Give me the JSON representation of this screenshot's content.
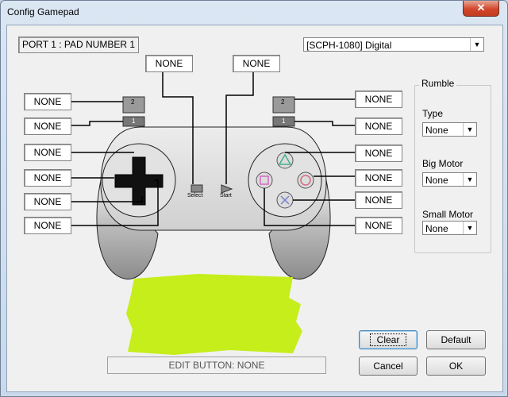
{
  "window": {
    "title": "Config Gamepad",
    "close_glyph": "✕"
  },
  "port_label": "PORT 1 : PAD NUMBER 1",
  "controller_type": "[SCPH-1080] Digital",
  "slots": {
    "select": "NONE",
    "start": "NONE",
    "l2": "NONE",
    "l1": "NONE",
    "up": "NONE",
    "left": "NONE",
    "down": "NONE",
    "right": "NONE",
    "r2": "NONE",
    "r1": "NONE",
    "triangle": "NONE",
    "circle": "NONE",
    "cross": "NONE",
    "square": "NONE"
  },
  "pad_labels": {
    "select": "Select",
    "start": "Start",
    "l2": "2",
    "l1": "1",
    "r2": "2",
    "r1": "1"
  },
  "rumble": {
    "title": "Rumble",
    "type_label": "Type",
    "type_value": "None",
    "big_label": "Big Motor",
    "big_value": "None",
    "small_label": "Small Motor",
    "small_value": "None"
  },
  "status_text": "EDIT BUTTON: NONE",
  "buttons": {
    "clear": "Clear",
    "default": "Default",
    "cancel": "Cancel",
    "ok": "OK"
  },
  "colors": {
    "scribble": "#c5ee1a",
    "triangle": "#3fb08f",
    "circle": "#d36a84",
    "cross": "#7a7fd1",
    "square": "#d468c4"
  }
}
